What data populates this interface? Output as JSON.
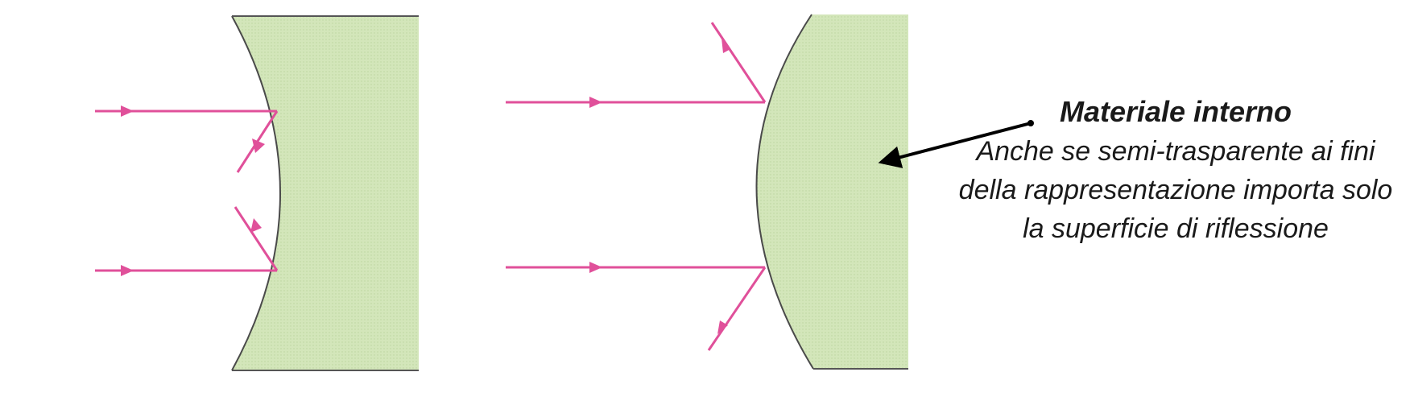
{
  "annotation": {
    "title": "Materiale interno",
    "description": "Anche se semi-trasparente ai fini della rappresentazione importa solo la superficie di riflessione"
  },
  "colors": {
    "material_fill": "#cfe3b5",
    "material_edge": "#4a4a4a",
    "ray": "#e0509a",
    "pointer_arrow": "#000000",
    "text": "#1a1a1a"
  },
  "diagrams": [
    {
      "name": "concave-mirror",
      "surface": "concave",
      "rays": 2
    },
    {
      "name": "convex-mirror",
      "surface": "convex",
      "rays": 2
    }
  ]
}
